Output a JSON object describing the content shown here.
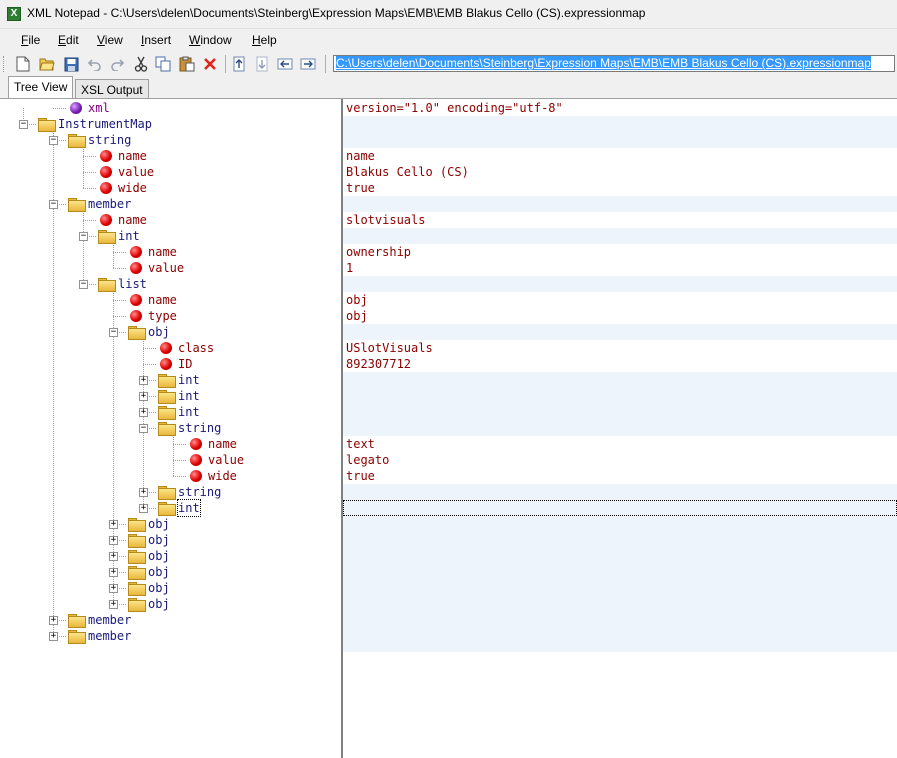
{
  "window": {
    "title": "XML Notepad - C:\\Users\\delen\\Documents\\Steinberg\\Expression Maps\\EMB\\EMB Blakus Cello (CS).expressionmap",
    "icon": "xml-notepad-icon"
  },
  "menu": [
    {
      "label": "File",
      "acc": "F",
      "rest": "ile"
    },
    {
      "label": "Edit",
      "acc": "E",
      "rest": "dit"
    },
    {
      "label": "View",
      "acc": "V",
      "rest": "iew"
    },
    {
      "label": "Insert",
      "acc": "I",
      "rest": "nsert"
    },
    {
      "label": "Window",
      "acc": "W",
      "rest": "indow"
    },
    {
      "label": "Help",
      "acc": "H",
      "rest": "elp"
    }
  ],
  "toolbar": {
    "location": "C:\\Users\\delen\\Documents\\Steinberg\\Expression Maps\\EMB\\EMB Blakus Cello (CS).expressionmap",
    "buttons": [
      "new-icon",
      "open-icon",
      "save-icon",
      "undo-icon",
      "redo-icon",
      "cut-icon",
      "copy-icon",
      "paste-icon",
      "delete-icon",
      "nudge-up-icon",
      "nudge-down-icon",
      "nudge-left-icon",
      "nudge-right-icon"
    ]
  },
  "tabs": [
    {
      "label": "Tree View",
      "active": true
    },
    {
      "label": "XSL Output",
      "active": false
    }
  ],
  "tree": [
    {
      "depth": 1,
      "kind": "decl",
      "label": "xml",
      "value": "version=\"1.0\" encoding=\"utf-8\""
    },
    {
      "depth": 0,
      "kind": "element",
      "expander": "-",
      "label": "InstrumentMap",
      "value": ""
    },
    {
      "depth": 1,
      "kind": "element",
      "expander": "-",
      "label": "string",
      "value": ""
    },
    {
      "depth": 2,
      "kind": "attr",
      "label": "name",
      "value": "name"
    },
    {
      "depth": 2,
      "kind": "attr",
      "label": "value",
      "value": "Blakus Cello (CS)"
    },
    {
      "depth": 2,
      "kind": "attr",
      "label": "wide",
      "value": "true"
    },
    {
      "depth": 1,
      "kind": "element",
      "expander": "-",
      "label": "member",
      "value": ""
    },
    {
      "depth": 2,
      "kind": "attr",
      "label": "name",
      "value": "slotvisuals"
    },
    {
      "depth": 2,
      "kind": "element",
      "expander": "-",
      "label": "int",
      "value": ""
    },
    {
      "depth": 3,
      "kind": "attr",
      "label": "name",
      "value": "ownership"
    },
    {
      "depth": 3,
      "kind": "attr",
      "label": "value",
      "value": "1"
    },
    {
      "depth": 2,
      "kind": "element",
      "expander": "-",
      "label": "list",
      "value": ""
    },
    {
      "depth": 3,
      "kind": "attr",
      "label": "name",
      "value": "obj"
    },
    {
      "depth": 3,
      "kind": "attr",
      "label": "type",
      "value": "obj"
    },
    {
      "depth": 3,
      "kind": "element",
      "expander": "-",
      "label": "obj",
      "value": ""
    },
    {
      "depth": 4,
      "kind": "attr",
      "label": "class",
      "value": "USlotVisuals"
    },
    {
      "depth": 4,
      "kind": "attr",
      "label": "ID",
      "value": "892307712"
    },
    {
      "depth": 4,
      "kind": "element",
      "expander": "+",
      "label": "int",
      "value": ""
    },
    {
      "depth": 4,
      "kind": "element",
      "expander": "+",
      "label": "int",
      "value": ""
    },
    {
      "depth": 4,
      "kind": "element",
      "expander": "+",
      "label": "int",
      "value": ""
    },
    {
      "depth": 4,
      "kind": "element",
      "expander": "-",
      "label": "string",
      "value": ""
    },
    {
      "depth": 5,
      "kind": "attr",
      "label": "name",
      "value": "text"
    },
    {
      "depth": 5,
      "kind": "attr",
      "label": "value",
      "value": "legato"
    },
    {
      "depth": 5,
      "kind": "attr",
      "label": "wide",
      "value": "true"
    },
    {
      "depth": 4,
      "kind": "element",
      "expander": "+",
      "label": "string",
      "value": ""
    },
    {
      "depth": 4,
      "kind": "element",
      "expander": "+",
      "label": "int",
      "value": "",
      "focused": true
    },
    {
      "depth": 3,
      "kind": "element",
      "expander": "+",
      "label": "obj",
      "value": ""
    },
    {
      "depth": 3,
      "kind": "element",
      "expander": "+",
      "label": "obj",
      "value": ""
    },
    {
      "depth": 3,
      "kind": "element",
      "expander": "+",
      "label": "obj",
      "value": ""
    },
    {
      "depth": 3,
      "kind": "element",
      "expander": "+",
      "label": "obj",
      "value": ""
    },
    {
      "depth": 3,
      "kind": "element",
      "expander": "+",
      "label": "obj",
      "value": ""
    },
    {
      "depth": 3,
      "kind": "element",
      "expander": "+",
      "label": "obj",
      "value": ""
    },
    {
      "depth": 1,
      "kind": "element",
      "expander": "+",
      "label": "member",
      "value": ""
    },
    {
      "depth": 1,
      "kind": "element",
      "expander": "+",
      "label": "member",
      "value": ""
    }
  ],
  "colors": {
    "element_text": "#1a1a7a",
    "attr_text": "#8b0000",
    "decl_icon": "#7a1fb5",
    "attr_icon": "#e00000",
    "band": "#eef4fb",
    "selection": "#3399ff"
  }
}
